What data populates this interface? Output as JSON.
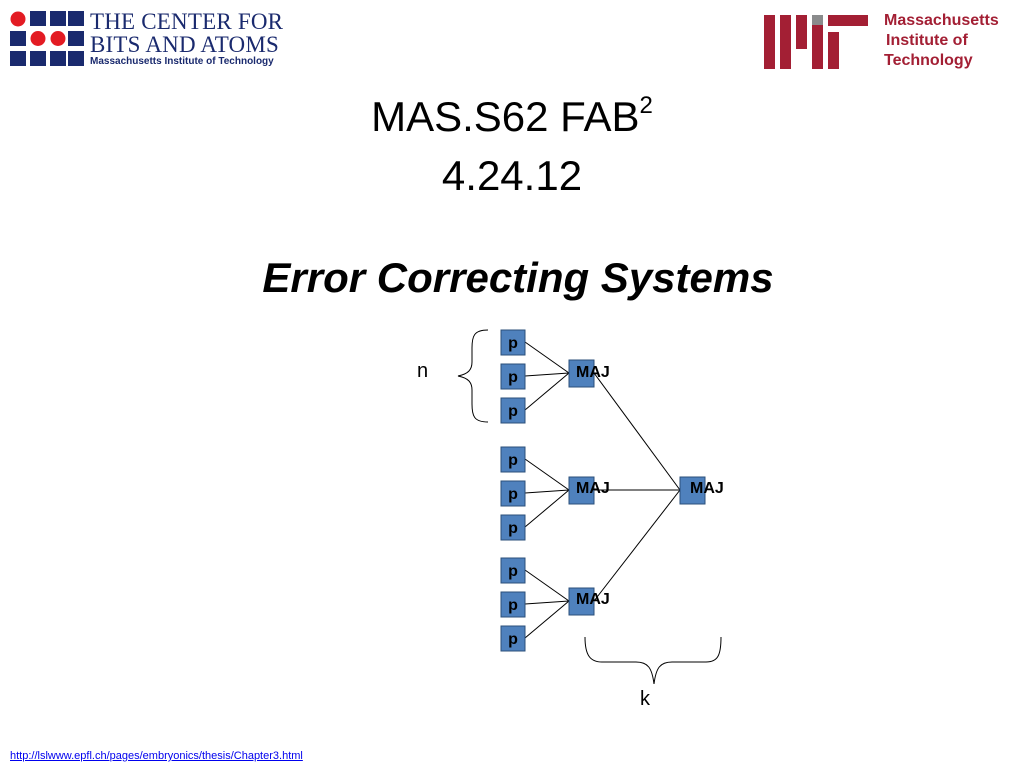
{
  "logos": {
    "cba": {
      "line1": "THE CENTER FOR",
      "line2": "BITS AND ATOMS",
      "line3": "Massachusetts Institute of Technology",
      "colors": {
        "navy": "#1a2a6e",
        "red": "#e31b23"
      }
    },
    "mit": {
      "line1": "Massachusetts",
      "line2": "Institute of",
      "line3": "Technology",
      "color": "#a31f34"
    }
  },
  "title": {
    "course": "MAS.S62 FAB",
    "superscript": "2",
    "date": "4.24.12",
    "subtitle": "Error Correcting Systems"
  },
  "diagram": {
    "processor_label": "p",
    "majority_label": "MAJ",
    "n_label": "n",
    "k_label": "k",
    "box_color": "#4f81bd"
  },
  "footer": {
    "link_text": "http://lslwww.epfl.ch/pages/embryonics/thesis/Chapter3.html"
  }
}
